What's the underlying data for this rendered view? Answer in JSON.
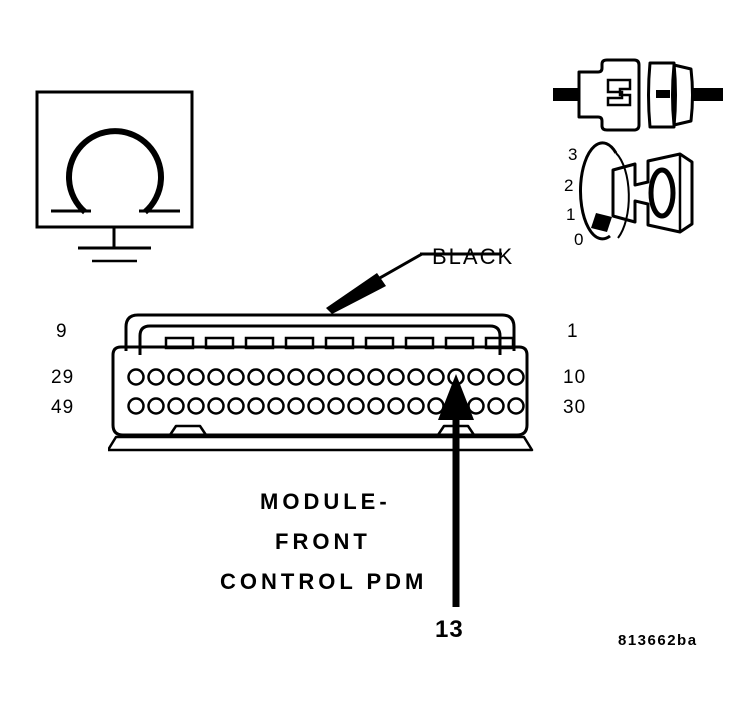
{
  "diagram": {
    "figure_code": "813662ba",
    "component_label_lines": [
      "MODULE-",
      "FRONT",
      "CONTROL PDM"
    ],
    "wire_color_label": "BLACK",
    "callout_number": "13",
    "pin_numbers": {
      "left": [
        "9",
        "29",
        "49"
      ],
      "right": [
        "1",
        "10",
        "30"
      ]
    },
    "rotation_scale": [
      "3",
      "2",
      "1",
      "0"
    ],
    "icons": {
      "ohmmeter": "ohmmeter-icon",
      "ground": "ground-icon",
      "inline_connector": "inline-connector-icon",
      "connector_rotation": "connector-rotation-icon",
      "connector_body": "connector-body-icon"
    },
    "connector": {
      "top_slot_count": 9,
      "middle_pin_count": 20,
      "bottom_pin_count": 20
    },
    "colors": {
      "stroke": "#000000",
      "background": "#ffffff"
    }
  }
}
